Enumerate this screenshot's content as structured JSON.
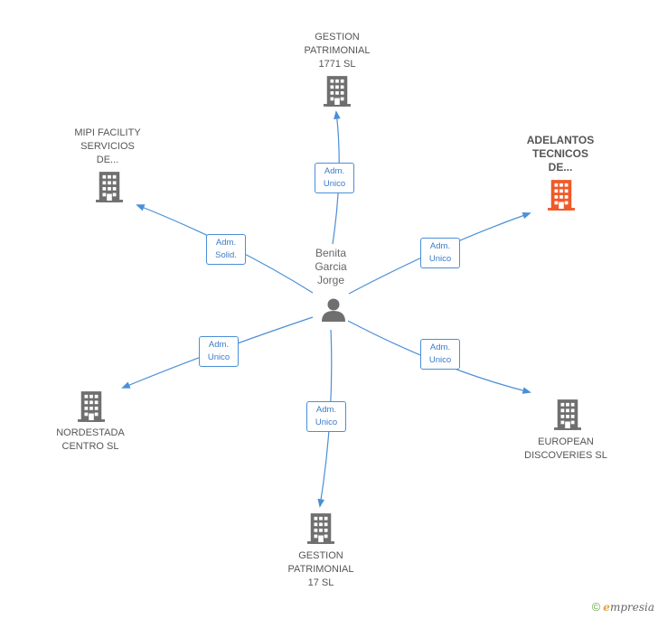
{
  "center": {
    "name": "Benita\nGarcia\nJorge",
    "icon": "person-icon"
  },
  "nodes": [
    {
      "id": "gestion-1771",
      "label": "GESTION\nPATRIMONIAL\n1771 SL",
      "role": "Adm.\nUnico",
      "highlight": false
    },
    {
      "id": "adelantos",
      "label": "ADELANTOS\nTECNICOS\nDE...",
      "role": "Adm.\nUnico",
      "highlight": true
    },
    {
      "id": "european",
      "label": "EUROPEAN\nDISCOVERIES SL",
      "role": "Adm.\nUnico",
      "highlight": false
    },
    {
      "id": "gestion-17",
      "label": "GESTION\nPATRIMONIAL\n17 SL",
      "role": "Adm.\nUnico",
      "highlight": false
    },
    {
      "id": "nordestada",
      "label": "NORDESTADA\nCENTRO SL",
      "role": "Adm.\nUnico",
      "highlight": false
    },
    {
      "id": "mipi",
      "label": "MIPI FACILITY\nSERVICIOS\nDE...",
      "role": "Adm.\nSolid.",
      "highlight": false
    }
  ],
  "colors": {
    "edge": "#4a8fd6",
    "building": "#6f6f6f",
    "building_highlight": "#f05a28",
    "person": "#6f6f6f"
  },
  "watermark": {
    "copyright": "©",
    "brand_first": "e",
    "brand_rest": "mpresia"
  }
}
